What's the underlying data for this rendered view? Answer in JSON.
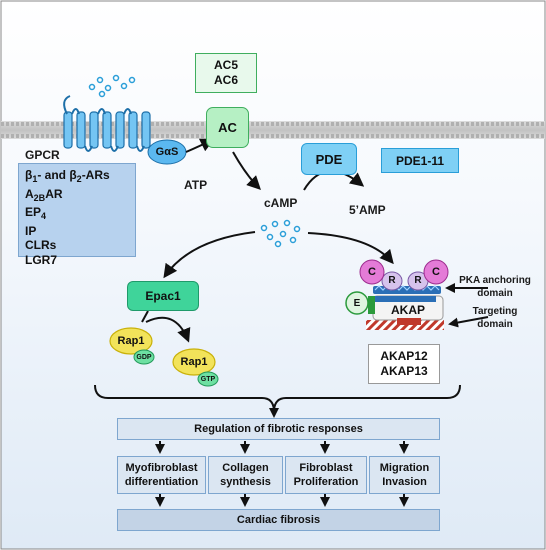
{
  "membrane_receptor": {
    "gpcr_label": "GPCR",
    "g_protein_label": "GαS",
    "ligands": [
      {
        "main": "β",
        "sub": "1",
        "rest": "- and β",
        "sub2": "2",
        "rest2": "-ARs"
      },
      {
        "main": "A",
        "sub": "2B",
        "rest": "AR",
        "sub2": "",
        "rest2": ""
      },
      {
        "main": "EP",
        "sub": "4",
        "rest": "",
        "sub2": "",
        "rest2": ""
      },
      {
        "main": "IP",
        "sub": "",
        "rest": "",
        "sub2": "",
        "rest2": ""
      },
      {
        "main": "CLRs",
        "sub": "",
        "rest": "",
        "sub2": "",
        "rest2": ""
      },
      {
        "main": "LGR7",
        "sub": "",
        "rest": "",
        "sub2": "",
        "rest2": ""
      }
    ]
  },
  "adenylyl_cyclase": {
    "isoforms": [
      "AC5",
      "AC6"
    ],
    "enzyme": "AC"
  },
  "metabolites": {
    "atp": "ATP",
    "camp": "cAMP",
    "amp": "5’AMP"
  },
  "phosphodiesterase": {
    "enzyme": "PDE",
    "isoforms": "PDE1-11"
  },
  "epac_branch": {
    "epac": "Epac1",
    "rap_gdp": "Rap1",
    "gdp": "GDP",
    "rap_gtp": "Rap1",
    "gtp": "GTP"
  },
  "pka_branch": {
    "catalytic": "C",
    "regulatory": "R",
    "epac_marker": "E",
    "akap": "AKAP",
    "pka_anchoring_domain": "PKA anchoring domain",
    "targeting_domain": "Targeting domain",
    "akap_isoforms": [
      "AKAP12",
      "AKAP13"
    ]
  },
  "outcomes": {
    "regulation_title": "Regulation of fibrotic responses",
    "responses": [
      [
        "Myofibroblast",
        "differentiation"
      ],
      [
        "Collagen",
        "synthesis"
      ],
      [
        "Fibroblast",
        "Proliferation"
      ],
      [
        "Migration",
        "Invasion"
      ]
    ],
    "final": "Cardiac fibrosis"
  },
  "colors": {
    "membrane": "#c9c9c9",
    "ac_green": "#b6f0c4",
    "pde_blue": "#7fd0f5",
    "epac_green": "#3fd49a",
    "rap_yellow": "#f2e35a",
    "c_pink": "#e47bd7",
    "outcome_box": "#dbe6f2"
  }
}
